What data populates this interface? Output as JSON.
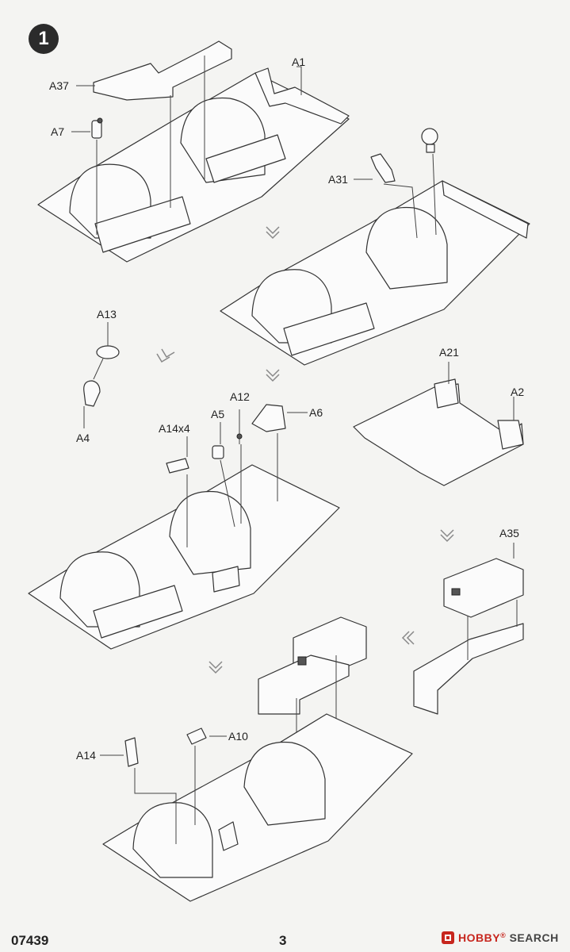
{
  "step": {
    "number": "1"
  },
  "labels": {
    "a37": "A37",
    "a1": "A1",
    "a7": "A7",
    "a31": "A31",
    "a13": "A13",
    "a4": "A4",
    "a21": "A21",
    "a2": "A2",
    "a12": "A12",
    "a5": "A5",
    "a6": "A6",
    "a14x4": "A14x4",
    "a35": "A35",
    "a14": "A14",
    "a10": "A10"
  },
  "footer": {
    "code": "07439",
    "page": "3"
  },
  "watermark": {
    "brand_red": "HOBBY",
    "brand_dark": "SEARCH",
    "mark": "®"
  },
  "colors": {
    "watermark": "#c7261e",
    "badge": "#2b2b2b"
  },
  "icons": [
    "hobbysearch-logo-icon"
  ]
}
